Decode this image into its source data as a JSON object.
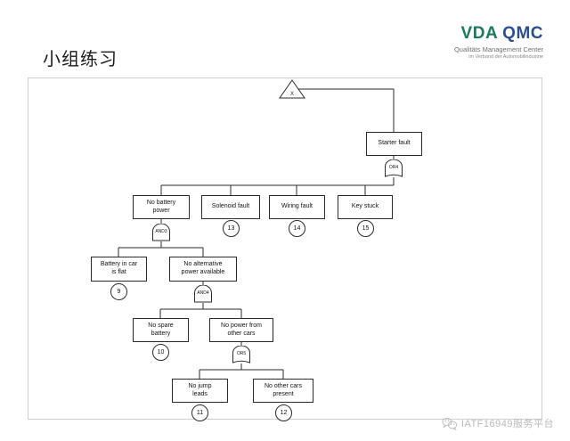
{
  "slide": {
    "title": "小组练习"
  },
  "logo": {
    "vda": "VDA",
    "qmc": "QMC",
    "subtitle_line1": "Qualitäts Management Center",
    "subtitle_line2": "im Verband der Automobilindustrie",
    "vda_color": "#1b7a5a",
    "qmc_color": "#2c4f8c"
  },
  "watermark": {
    "icon": "wechat-icon",
    "text": "IATF16949服务平台",
    "color": "#b9b9b9"
  },
  "fault_tree": {
    "transfer_symbol": {
      "label": "X",
      "shape": "triangle"
    },
    "nodes": [
      {
        "id": "starter-fault",
        "label": "Starter fault"
      },
      {
        "id": "no-battery-power",
        "label": "No battery\npower"
      },
      {
        "id": "solenoid-fault",
        "label": "Solenoid fault"
      },
      {
        "id": "wiring-fault",
        "label": "Wiring fault"
      },
      {
        "id": "key-stuck",
        "label": "Key stuck"
      },
      {
        "id": "battery-in-car-is-flat",
        "label": "Battery in car\nis flat"
      },
      {
        "id": "no-alternative-power",
        "label": "No alternative\npower available"
      },
      {
        "id": "no-spare-battery",
        "label": "No spare\nbattery"
      },
      {
        "id": "no-power-other-cars",
        "label": "No power from\nother cars"
      },
      {
        "id": "no-jump-leads",
        "label": "No jump\nleads"
      },
      {
        "id": "no-other-cars-present",
        "label": "No other cars\npresent"
      }
    ],
    "gates": [
      {
        "id": "gate-or4",
        "type": "OR",
        "label": "OR4"
      },
      {
        "id": "gate-and3",
        "type": "AND",
        "label": "AND3"
      },
      {
        "id": "gate-and4",
        "type": "AND",
        "label": "AND4"
      },
      {
        "id": "gate-or5",
        "type": "OR",
        "label": "OR5"
      }
    ],
    "basic_events": [
      {
        "id": "event-13",
        "number": "13",
        "node": "solenoid-fault"
      },
      {
        "id": "event-14",
        "number": "14",
        "node": "wiring-fault"
      },
      {
        "id": "event-15",
        "number": "15",
        "node": "key-stuck"
      },
      {
        "id": "event-9",
        "number": "9",
        "node": "battery-in-car-is-flat"
      },
      {
        "id": "event-10",
        "number": "10",
        "node": "no-spare-battery"
      },
      {
        "id": "event-11",
        "number": "11",
        "node": "no-jump-leads"
      },
      {
        "id": "event-12",
        "number": "12",
        "node": "no-other-cars-present"
      }
    ]
  }
}
